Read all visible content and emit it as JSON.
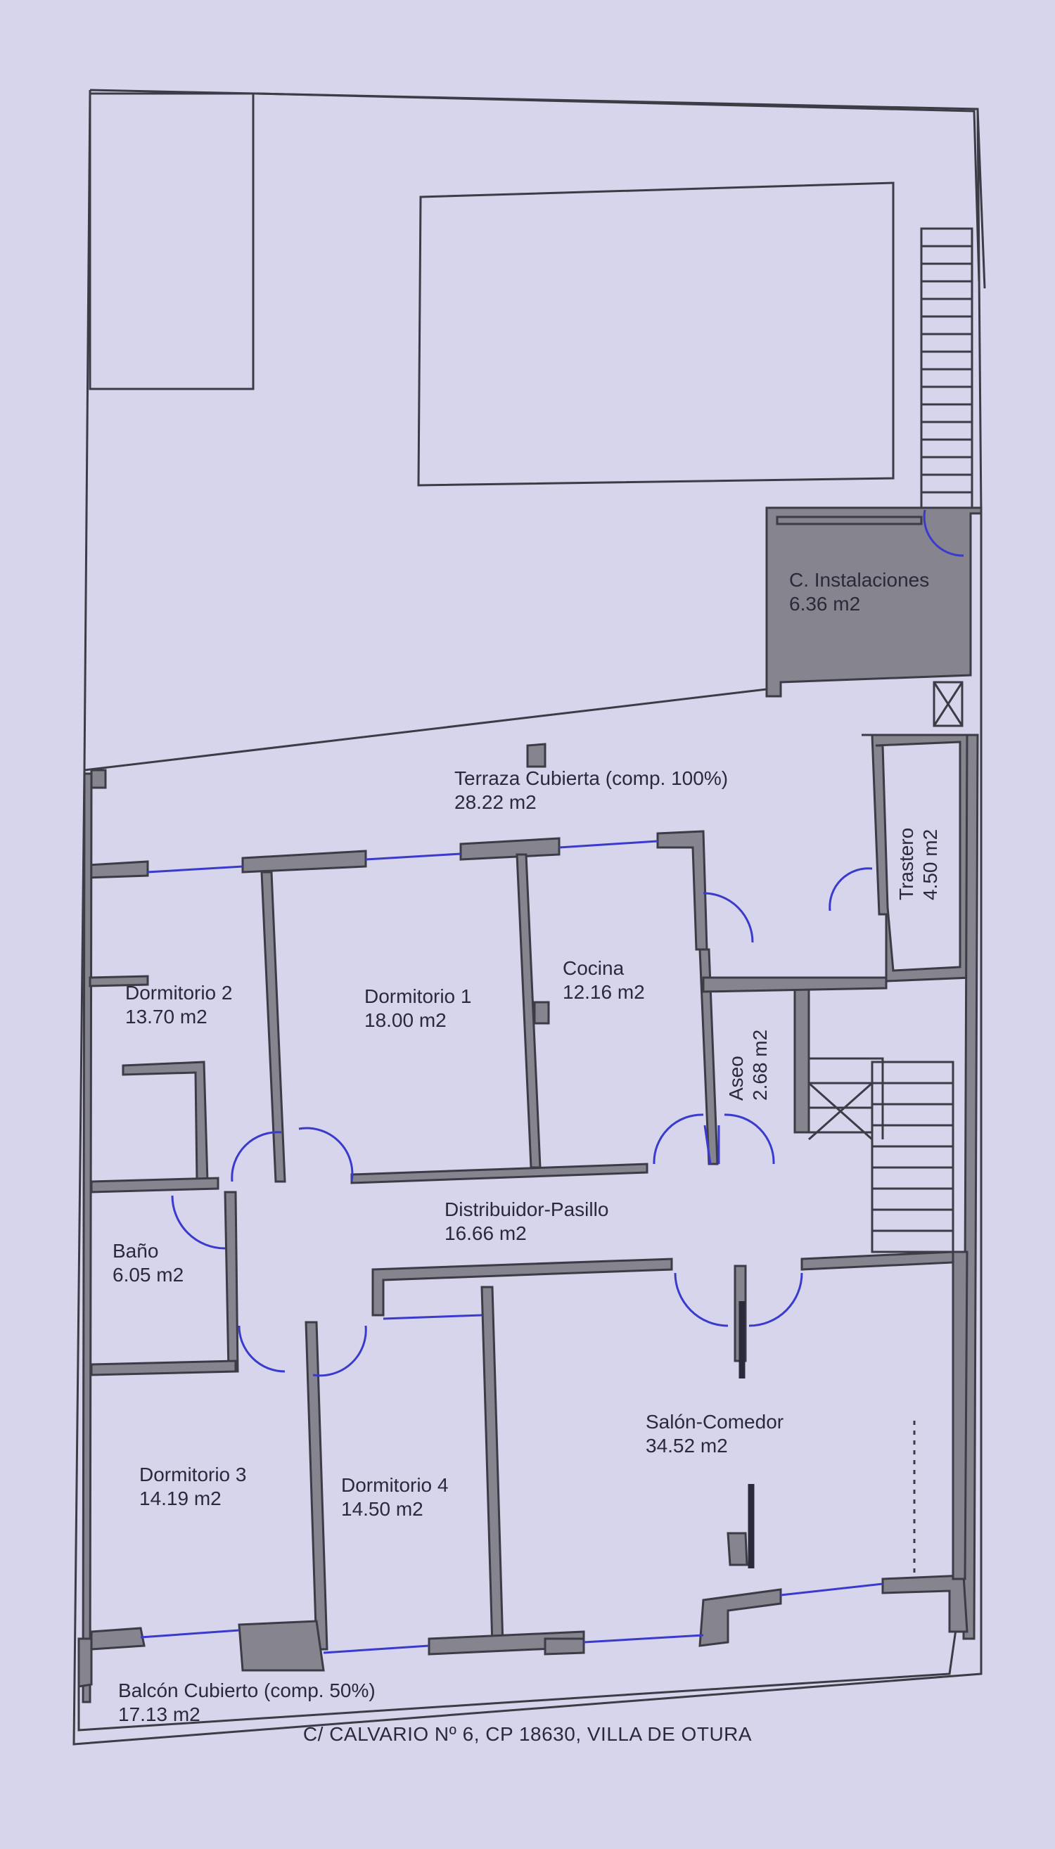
{
  "rooms": {
    "instalaciones": {
      "name": "C. Instalaciones",
      "area": "6.36 m2"
    },
    "terraza": {
      "name": "Terraza Cubierta (comp. 100%)",
      "area": "28.22 m2"
    },
    "trastero": {
      "name": "Trastero",
      "area": "4.50 m2"
    },
    "dormitorio2": {
      "name": "Dormitorio 2",
      "area": "13.70 m2"
    },
    "dormitorio1": {
      "name": "Dormitorio 1",
      "area": "18.00 m2"
    },
    "cocina": {
      "name": "Cocina",
      "area": "12.16 m2"
    },
    "aseo": {
      "name": "Aseo",
      "area": "2.68 m2"
    },
    "distribuidor": {
      "name": "Distribuidor-Pasillo",
      "area": "16.66 m2"
    },
    "bano": {
      "name": "Baño",
      "area": "6.05 m2"
    },
    "salon": {
      "name": "Salón-Comedor",
      "area": "34.52 m2"
    },
    "dormitorio3": {
      "name": "Dormitorio 3",
      "area": "14.19 m2"
    },
    "dormitorio4": {
      "name": "Dormitorio 4",
      "area": "14.50 m2"
    },
    "balcon": {
      "name": "Balcón Cubierto (comp. 50%)",
      "area": "17.13 m2"
    }
  },
  "address": "C/ CALVARIO Nº 6, CP 18630, VILLA DE OTURA",
  "colors": {
    "paper": "#d6d5ec",
    "line": "#3c3c46",
    "wall": "#85848f",
    "window": "#3a3acc"
  }
}
